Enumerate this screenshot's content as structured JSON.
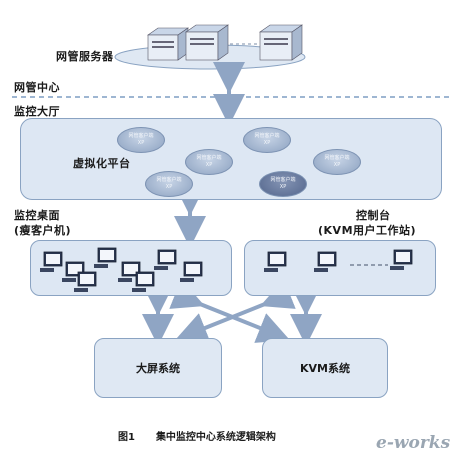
{
  "labels": {
    "servers": "网管服务器",
    "center": "网管中心",
    "hall": "监控大厅",
    "virtualization": "虚拟化平台",
    "desktop_line1": "监控桌面",
    "desktop_line2": "(瘦客户机)",
    "console_line1": "控制台",
    "console_line2": "(KVM用户工作站)",
    "big_screen": "大屏系统",
    "kvm": "KVM系统"
  },
  "vm_nodes": [
    {
      "line1": "网管客户端",
      "line2": "XP"
    },
    {
      "line1": "网管客户端",
      "line2": "XP"
    },
    {
      "line1": "网管客户端",
      "line2": "XP"
    },
    {
      "line1": "网管客户端",
      "line2": "XP"
    },
    {
      "line1": "网管客户端",
      "line2": "XP"
    },
    {
      "line1": "网管客户端",
      "line2": "XP"
    }
  ],
  "caption": {
    "figure": "图1",
    "title": "集中监控中心系统逻辑架构"
  },
  "watermark": "e-works",
  "colors": {
    "box_fill": "#dde7f3",
    "box_border": "#8aa3c2",
    "arrow": "#8fa5c4",
    "divider": "#7f9dc4"
  }
}
